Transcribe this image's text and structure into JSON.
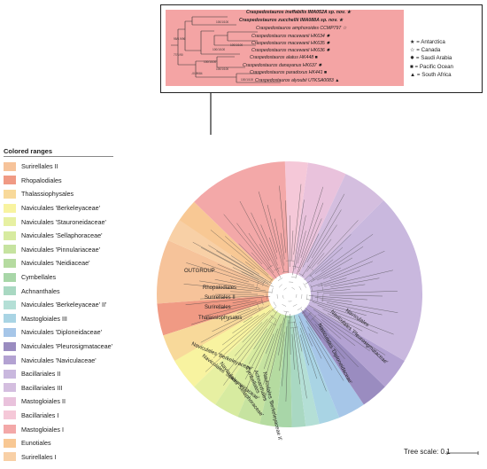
{
  "legend": {
    "title": "Colored ranges",
    "items": [
      {
        "label": "Surirellales II",
        "color": "#f6c39a"
      },
      {
        "label": "Rhopalodiales",
        "color": "#f09a84"
      },
      {
        "label": "Thalassiophysales",
        "color": "#f8d99a"
      },
      {
        "label": "Naviculales 'Berkeleyaceae'",
        "color": "#f8f3a0"
      },
      {
        "label": "Naviculales 'Stauroneidaceae'",
        "color": "#e7f0a2"
      },
      {
        "label": "Naviculales 'Sellaphoraceae'",
        "color": "#d7eba0"
      },
      {
        "label": "Naviculales 'Pinnulariaceae'",
        "color": "#c6e3a0"
      },
      {
        "label": "Naviculales 'Neidiaceae'",
        "color": "#b5dba0"
      },
      {
        "label": "Cymbellales",
        "color": "#a8d6a8"
      },
      {
        "label": "Achnanthales",
        "color": "#a9d8c2"
      },
      {
        "label": "Naviculales 'Berkeleyaceae' II'",
        "color": "#b4dfd6"
      },
      {
        "label": "Mastogloiales III",
        "color": "#a9d4e4"
      },
      {
        "label": "Naviculales 'Diploneidaceae'",
        "color": "#a6c6e8"
      },
      {
        "label": "Naviculales 'Pleurosigmataceae'",
        "color": "#9a8cc0"
      },
      {
        "label": "Naviculales 'Naviculaceae'",
        "color": "#b3a2d2"
      },
      {
        "label": "Bacillariales II",
        "color": "#c9b8de"
      },
      {
        "label": "Bacillariales III",
        "color": "#d4bedf"
      },
      {
        "label": "Mastogloiales II",
        "color": "#e9c2dc"
      },
      {
        "label": "Bacillariales I",
        "color": "#f5c8d8"
      },
      {
        "label": "Mastogloiales I",
        "color": "#f3a8a8"
      },
      {
        "label": "Eunotiales",
        "color": "#f8c894"
      },
      {
        "label": "Surirellales I",
        "color": "#f8d0a6"
      }
    ]
  },
  "tree_labels": {
    "outgroup": "OUTGROUP",
    "clades": [
      {
        "text": "Rhopalodiales"
      },
      {
        "text": "Surirellales II"
      },
      {
        "text": "Surirellales"
      },
      {
        "text": "Thalassiophysales"
      },
      {
        "text": "Naviculales 'Berkeleyaceae'"
      },
      {
        "text": "Naviculales 'Stauroneidaceae'"
      },
      {
        "text": "Naviculales 'Sellaphoraceae'"
      },
      {
        "text": "Cymbellales"
      },
      {
        "text": "Achnanthales"
      },
      {
        "text": "Naviculales 'Berkeleyaceae II'"
      },
      {
        "text": "Naviculales 'Diploneidaceae'"
      },
      {
        "text": "Naviculales 'Pleurosigmataceae'"
      },
      {
        "text": "Naviculales"
      }
    ]
  },
  "inset": {
    "taxa": [
      {
        "text": "Craspedostauros ineffabilis IMA052A sp. nov. ★",
        "bold": true
      },
      {
        "text": "Craspedostauros zucchellii IMA088A sp. nov. ★",
        "bold": true
      },
      {
        "text": "Craspedostauros amphoroides CCMP797 ☆",
        "bold": false
      },
      {
        "text": "Craspedostauros macewanii HK634 ✸",
        "bold": false
      },
      {
        "text": "Craspedostauros macewanii HK635 ✸",
        "bold": false
      },
      {
        "text": "Craspedostauros macewanii HK636 ✸",
        "bold": false
      },
      {
        "text": "Craspedostauros alatus HK448 ■",
        "bold": false
      },
      {
        "text": "Craspedostauros danayanus HK637 ✸",
        "bold": false
      },
      {
        "text": "Craspedostauros paradoxus HK441 ■",
        "bold": false
      },
      {
        "text": "Craspedostauros alyoubii UTKSA0083 ▲",
        "bold": false
      }
    ],
    "supports": [
      "100/1/100",
      "95/0.9/96",
      "100/1/100",
      "77/1/90",
      "100/1/100",
      "100/1/100",
      "100/1/100",
      "100/1/100",
      "-/0.99/84"
    ],
    "symbols": [
      {
        "mark": "★",
        "label": "= Antarctica"
      },
      {
        "mark": "☆",
        "label": "= Canada"
      },
      {
        "mark": "✸",
        "label": "= Saudi Arabia"
      },
      {
        "mark": "■",
        "label": "= Pacific Ocean"
      },
      {
        "mark": "▲",
        "label": "= South Africa"
      }
    ]
  },
  "scale": {
    "label": "Tree scale: 0.1"
  }
}
